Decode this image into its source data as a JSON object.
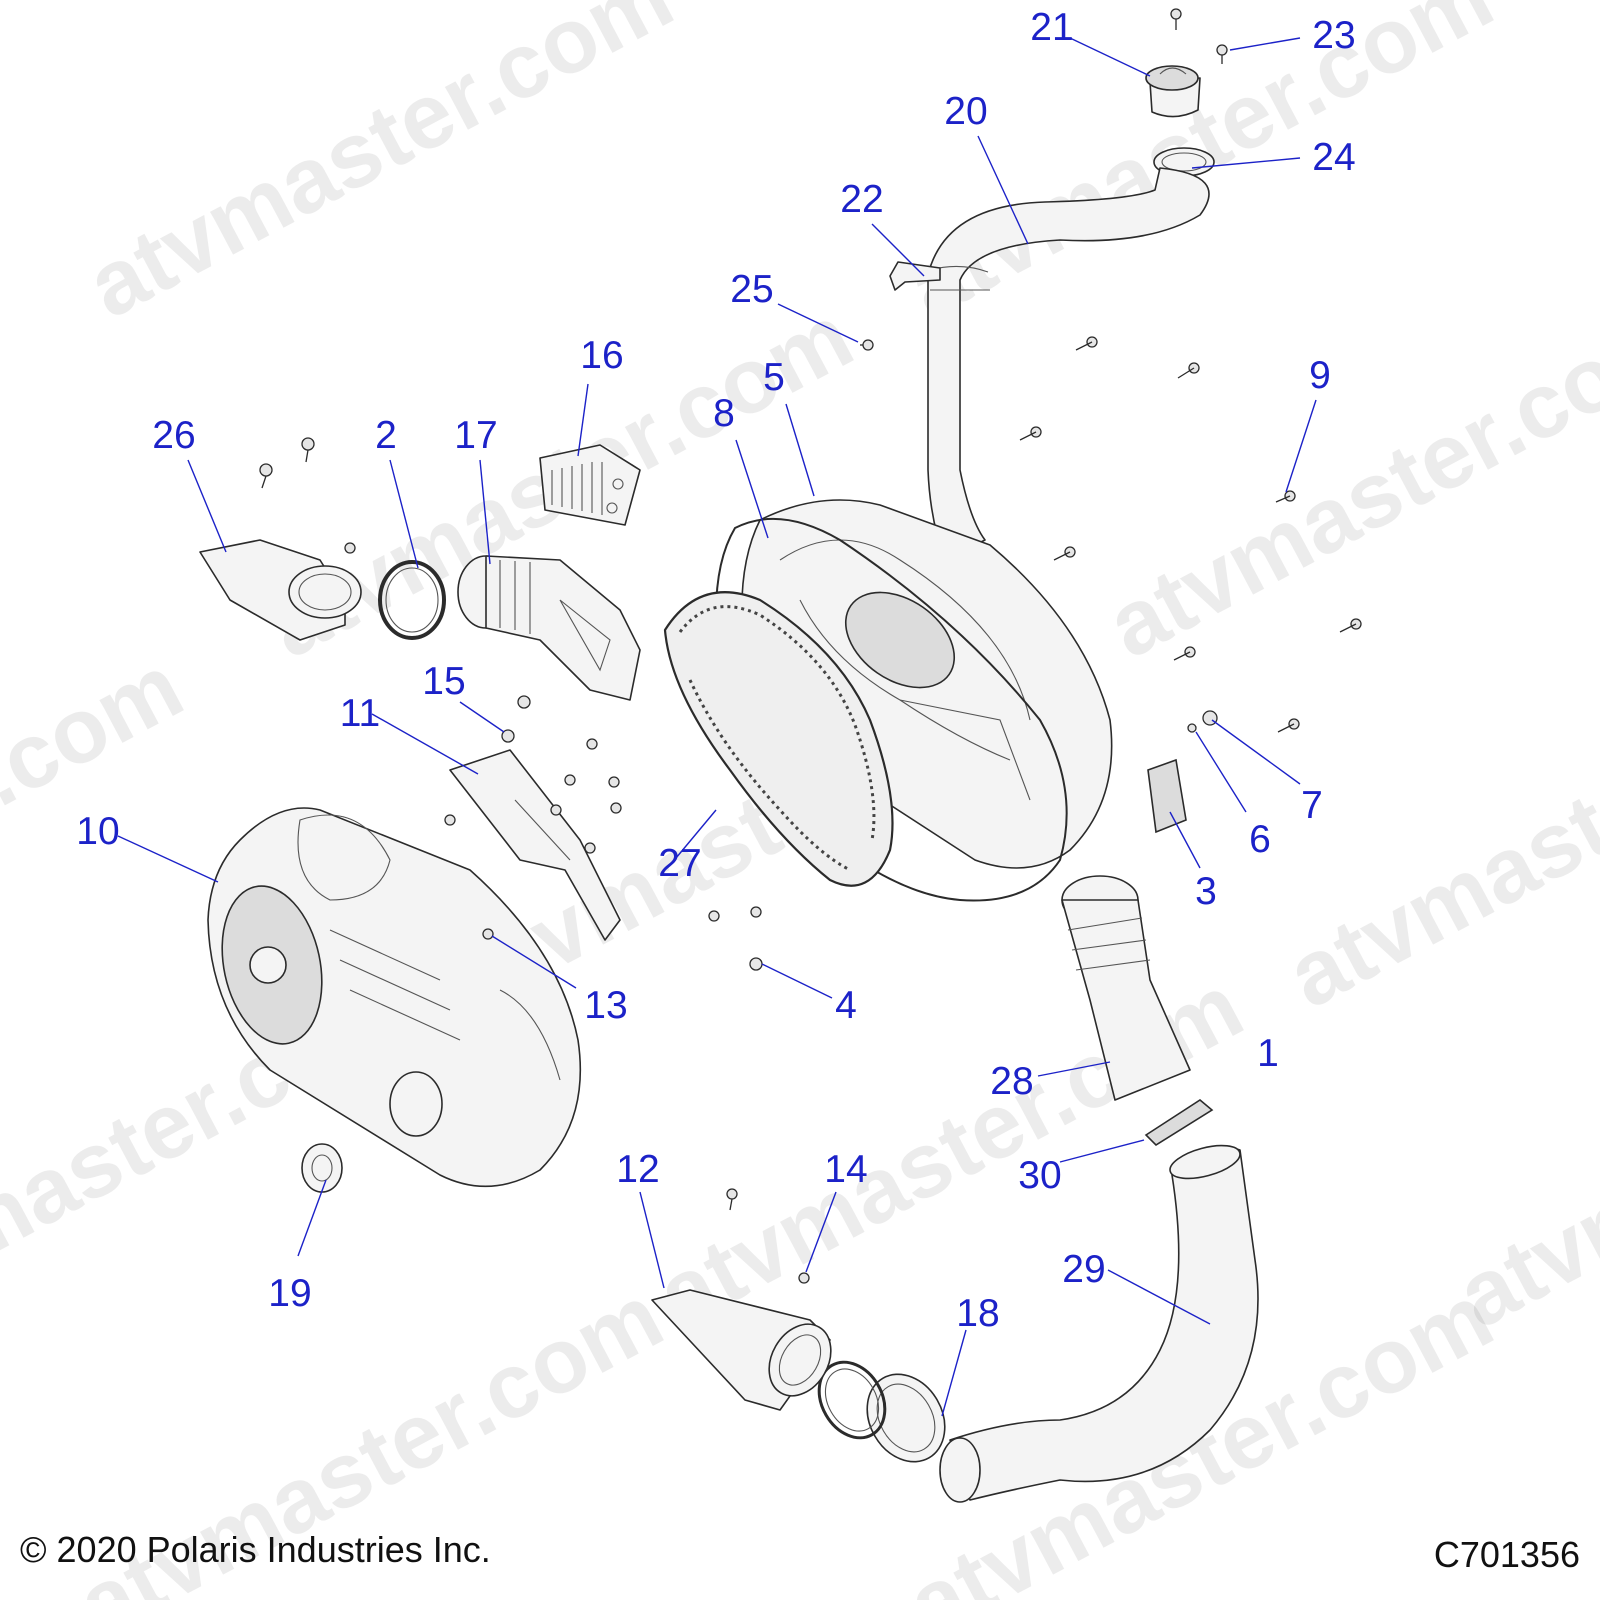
{
  "watermark": {
    "text": "atvmaster.com"
  },
  "footer": {
    "copyright": "© 2020 Polaris Industries Inc.",
    "drawing_id": "C701356"
  },
  "callouts": [
    {
      "id": "1",
      "label": "1"
    },
    {
      "id": "2",
      "label": "2"
    },
    {
      "id": "3",
      "label": "3"
    },
    {
      "id": "4",
      "label": "4"
    },
    {
      "id": "5",
      "label": "5"
    },
    {
      "id": "6",
      "label": "6"
    },
    {
      "id": "7",
      "label": "7"
    },
    {
      "id": "8",
      "label": "8"
    },
    {
      "id": "9",
      "label": "9"
    },
    {
      "id": "10",
      "label": "10"
    },
    {
      "id": "11",
      "label": "11"
    },
    {
      "id": "12",
      "label": "12"
    },
    {
      "id": "13",
      "label": "13"
    },
    {
      "id": "14",
      "label": "14"
    },
    {
      "id": "15",
      "label": "15"
    },
    {
      "id": "16",
      "label": "16"
    },
    {
      "id": "17",
      "label": "17"
    },
    {
      "id": "18",
      "label": "18"
    },
    {
      "id": "19",
      "label": "19"
    },
    {
      "id": "20",
      "label": "20"
    },
    {
      "id": "21",
      "label": "21"
    },
    {
      "id": "22",
      "label": "22"
    },
    {
      "id": "23",
      "label": "23"
    },
    {
      "id": "24",
      "label": "24"
    },
    {
      "id": "25",
      "label": "25"
    },
    {
      "id": "26",
      "label": "26"
    },
    {
      "id": "27",
      "label": "27"
    },
    {
      "id": "28",
      "label": "28"
    },
    {
      "id": "29",
      "label": "29"
    },
    {
      "id": "30",
      "label": "30"
    }
  ],
  "colors": {
    "callout": "#1c22c8",
    "line_art": "#2b2b2b",
    "background": "#ffffff"
  }
}
